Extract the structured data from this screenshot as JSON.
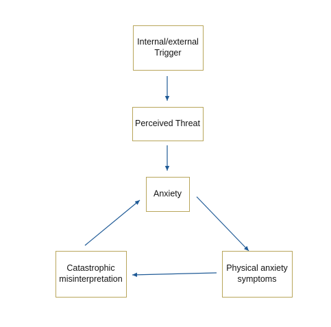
{
  "diagram": {
    "colors": {
      "box_border": "#b8a55a",
      "arrow": "#1f5a96",
      "text": "#111111"
    },
    "nodes": [
      {
        "id": "trigger",
        "lines": [
          "Internal/external",
          "Trigger"
        ]
      },
      {
        "id": "threat",
        "lines": [
          "Perceived Threat"
        ]
      },
      {
        "id": "anxiety",
        "lines": [
          "Anxiety"
        ]
      },
      {
        "id": "symptoms",
        "lines": [
          "Physical anxiety",
          "symptoms"
        ]
      },
      {
        "id": "catastrophic",
        "lines": [
          "Catastrophic",
          "misinterpretation"
        ]
      }
    ],
    "edges": [
      {
        "from": "trigger",
        "to": "threat"
      },
      {
        "from": "threat",
        "to": "anxiety"
      },
      {
        "from": "anxiety",
        "to": "symptoms"
      },
      {
        "from": "symptoms",
        "to": "catastrophic"
      },
      {
        "from": "catastrophic",
        "to": "anxiety"
      }
    ]
  }
}
